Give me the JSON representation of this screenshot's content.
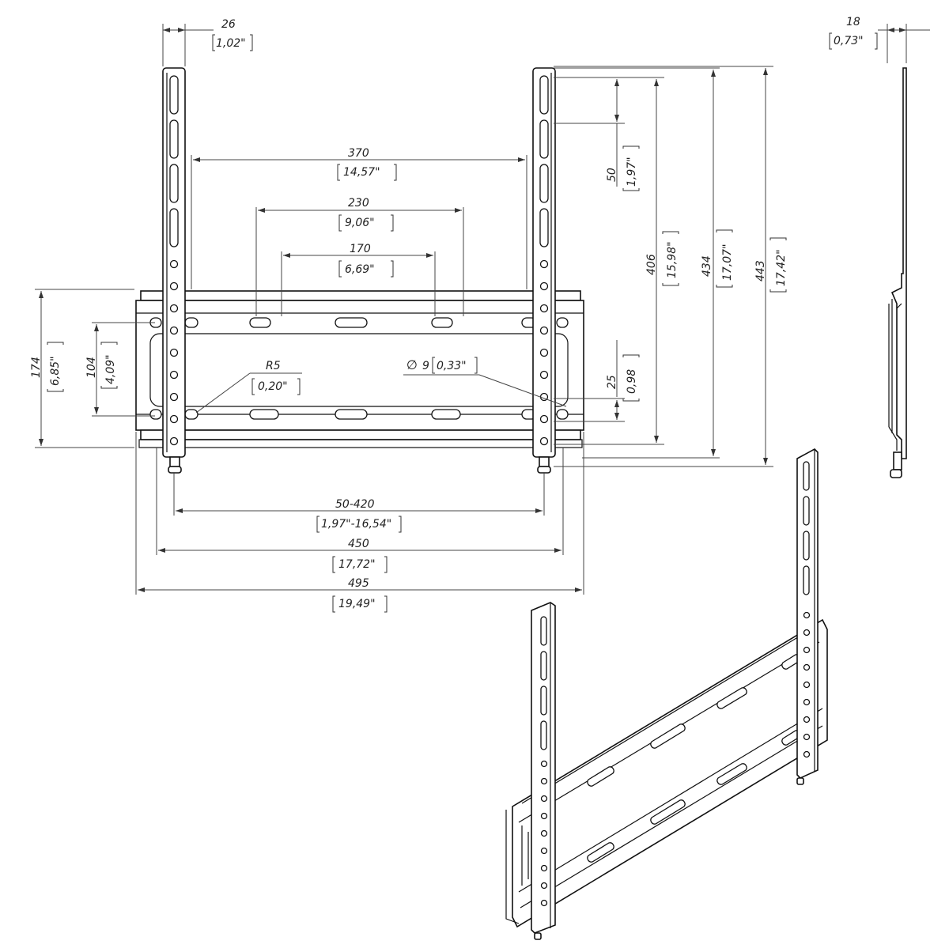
{
  "front_view": {
    "top_width": {
      "mm": "26",
      "inch": "1,02\""
    },
    "vesa_370": {
      "mm": "370",
      "inch": "14,57\""
    },
    "vesa_230": {
      "mm": "230",
      "inch": "9,06\""
    },
    "vesa_170": {
      "mm": "170",
      "inch": "6,69\""
    },
    "hole_pitch": {
      "mm": "50",
      "inch": "1,97\""
    },
    "height_406": {
      "mm": "406",
      "inch": "15,98\""
    },
    "height_434": {
      "mm": "434",
      "inch": "17,07\""
    },
    "height_443": {
      "mm": "443",
      "inch": "17,42\""
    },
    "plate_174": {
      "mm": "174",
      "inch": "6,85\""
    },
    "plate_104": {
      "mm": "104",
      "inch": "4,09\""
    },
    "radius": {
      "mm": "R5",
      "inch": "0,20\""
    },
    "hole_diameter": {
      "symbol": "∅",
      "mm": "9",
      "inch": "0,33\""
    },
    "small_25": {
      "mm": "25",
      "inch": "0,98"
    },
    "span_50_420": {
      "mm": "50-420",
      "inch": "1,97\"-16,54\""
    },
    "span_450": {
      "mm": "450",
      "inch": "17,72\""
    },
    "span_495": {
      "mm": "495",
      "inch": "19,49\""
    }
  },
  "side_view": {
    "depth": {
      "mm": "18",
      "inch": "0,73\""
    }
  }
}
